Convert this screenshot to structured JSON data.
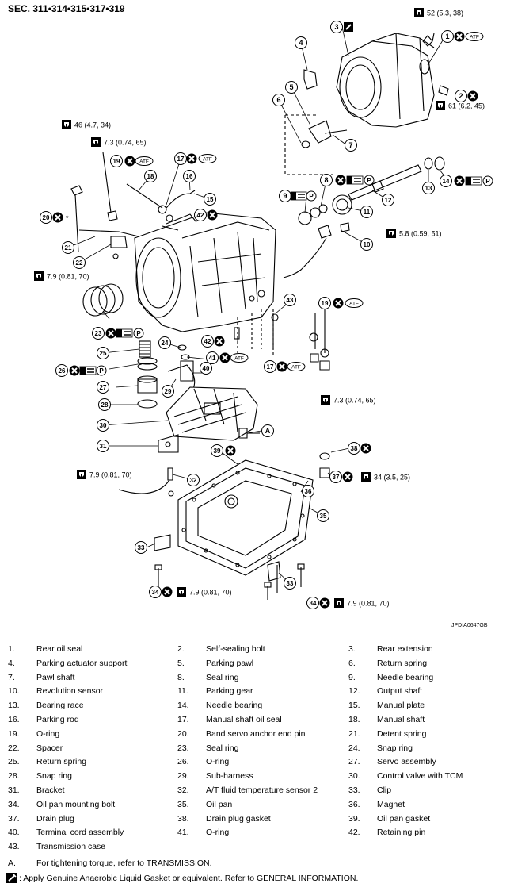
{
  "section_title": "SEC. 311•314•315•317•319",
  "figure_id": "JPDIA0647GB",
  "diagram": {
    "callouts": [
      "1",
      "2",
      "3",
      "4",
      "5",
      "6",
      "7",
      "8",
      "9",
      "10",
      "11",
      "12",
      "13",
      "14",
      "15",
      "16",
      "17",
      "18",
      "19",
      "20",
      "21",
      "22",
      "23",
      "24",
      "25",
      "26",
      "27",
      "28",
      "29",
      "30",
      "31",
      "32",
      "33",
      "34",
      "35",
      "36",
      "37",
      "38",
      "39",
      "40",
      "41",
      "42",
      "43",
      "A"
    ],
    "symbols": {
      "atf": "ATF",
      "grease": "P",
      "star": "*"
    },
    "torques": [
      {
        "id": "t52",
        "nm": "52",
        "kgm_ftlb": "(5.3,  38)"
      },
      {
        "id": "t61",
        "nm": "61",
        "kgm_ftlb": "(6.2, 45)"
      },
      {
        "id": "t46",
        "nm": "46",
        "kgm_ftlb": "(4.7, 34)"
      },
      {
        "id": "t73a",
        "nm": "7.3",
        "kgm_ftlb": "(0.74, 65)"
      },
      {
        "id": "t58",
        "nm": "5.8",
        "kgm_ftlb": "(0.59,  51)"
      },
      {
        "id": "t79a",
        "nm": "7.9",
        "kgm_ftlb": "(0.81, 70)"
      },
      {
        "id": "t73b",
        "nm": "7.3",
        "kgm_ftlb": "(0.74,  65)"
      },
      {
        "id": "t79b",
        "nm": "7.9",
        "kgm_ftlb": "(0.81,  70)"
      },
      {
        "id": "t34",
        "nm": "34",
        "kgm_ftlb": "(3.5, 25)"
      },
      {
        "id": "t79c",
        "nm": "7.9",
        "kgm_ftlb": "(0.81, 70)"
      },
      {
        "id": "t79d",
        "nm": "7.9",
        "kgm_ftlb": "(0.81, 70)"
      }
    ]
  },
  "legend": [
    {
      "num": "1.",
      "label": "Rear oil seal"
    },
    {
      "num": "2.",
      "label": "Self-sealing bolt"
    },
    {
      "num": "3.",
      "label": "Rear extension"
    },
    {
      "num": "4.",
      "label": "Parking actuator support"
    },
    {
      "num": "5.",
      "label": "Parking pawl"
    },
    {
      "num": "6.",
      "label": "Return spring"
    },
    {
      "num": "7.",
      "label": "Pawl shaft"
    },
    {
      "num": "8.",
      "label": "Seal ring"
    },
    {
      "num": "9.",
      "label": "Needle bearing"
    },
    {
      "num": "10.",
      "label": "Revolution sensor"
    },
    {
      "num": "11.",
      "label": "Parking gear"
    },
    {
      "num": "12.",
      "label": "Output shaft"
    },
    {
      "num": "13.",
      "label": "Bearing race"
    },
    {
      "num": "14.",
      "label": "Needle bearing"
    },
    {
      "num": "15.",
      "label": "Manual plate"
    },
    {
      "num": "16.",
      "label": "Parking rod"
    },
    {
      "num": "17.",
      "label": "Manual shaft oil seal"
    },
    {
      "num": "18.",
      "label": "Manual shaft"
    },
    {
      "num": "19.",
      "label": "O-ring"
    },
    {
      "num": "20.",
      "label": "Band servo anchor end pin"
    },
    {
      "num": "21.",
      "label": "Detent spring"
    },
    {
      "num": "22.",
      "label": "Spacer"
    },
    {
      "num": "23.",
      "label": "Seal ring"
    },
    {
      "num": "24.",
      "label": "Snap ring"
    },
    {
      "num": "25.",
      "label": "Return spring"
    },
    {
      "num": "26.",
      "label": "O-ring"
    },
    {
      "num": "27.",
      "label": "Servo assembly"
    },
    {
      "num": "28.",
      "label": "Snap ring"
    },
    {
      "num": "29.",
      "label": "Sub-harness"
    },
    {
      "num": "30.",
      "label": "Control valve with TCM"
    },
    {
      "num": "31.",
      "label": "Bracket"
    },
    {
      "num": "32.",
      "label": "A/T fluid temperature sensor 2"
    },
    {
      "num": "33.",
      "label": "Clip"
    },
    {
      "num": "34.",
      "label": "Oil pan mounting bolt"
    },
    {
      "num": "35.",
      "label": "Oil pan"
    },
    {
      "num": "36.",
      "label": "Magnet"
    },
    {
      "num": "37.",
      "label": "Drain plug"
    },
    {
      "num": "38.",
      "label": "Drain plug gasket"
    },
    {
      "num": "39.",
      "label": "Oil pan gasket"
    },
    {
      "num": "40.",
      "label": "Terminal cord assembly"
    },
    {
      "num": "41.",
      "label": "O-ring"
    },
    {
      "num": "42.",
      "label": "Retaining pin"
    },
    {
      "num": "43.",
      "label": "Transmission case"
    }
  ],
  "note_a": {
    "num": "A.",
    "label": "For tightening torque, refer to TRANSMISSION."
  },
  "note_gasket": ": Apply Genuine Anaerobic Liquid Gasket or equivalent. Refer to GENERAL INFORMATION."
}
